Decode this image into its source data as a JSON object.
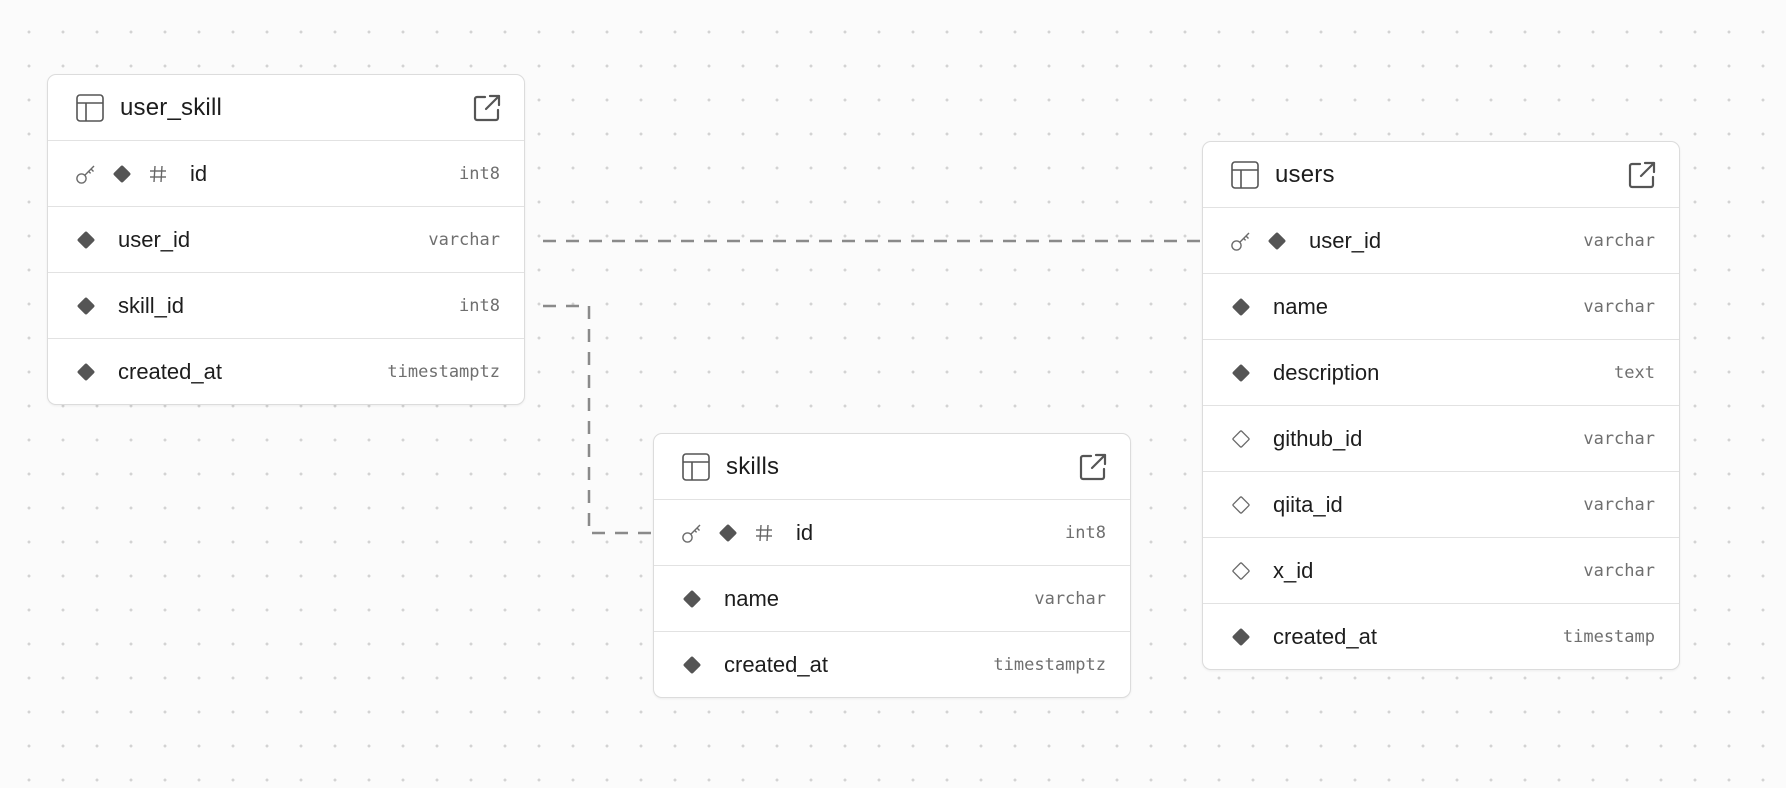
{
  "tables": [
    {
      "key": "user_skill",
      "title": "user_skill",
      "columns": [
        {
          "name": "id",
          "type": "int8",
          "primary_key": true,
          "not_null": true,
          "identity": true
        },
        {
          "name": "user_id",
          "type": "varchar",
          "primary_key": false,
          "not_null": true,
          "identity": false
        },
        {
          "name": "skill_id",
          "type": "int8",
          "primary_key": false,
          "not_null": true,
          "identity": false
        },
        {
          "name": "created_at",
          "type": "timestamptz",
          "primary_key": false,
          "not_null": true,
          "identity": false
        }
      ]
    },
    {
      "key": "skills",
      "title": "skills",
      "columns": [
        {
          "name": "id",
          "type": "int8",
          "primary_key": true,
          "not_null": true,
          "identity": true
        },
        {
          "name": "name",
          "type": "varchar",
          "primary_key": false,
          "not_null": true,
          "identity": false
        },
        {
          "name": "created_at",
          "type": "timestamptz",
          "primary_key": false,
          "not_null": true,
          "identity": false
        }
      ]
    },
    {
      "key": "users",
      "title": "users",
      "columns": [
        {
          "name": "user_id",
          "type": "varchar",
          "primary_key": true,
          "not_null": true,
          "identity": false
        },
        {
          "name": "name",
          "type": "varchar",
          "primary_key": false,
          "not_null": true,
          "identity": false
        },
        {
          "name": "description",
          "type": "text",
          "primary_key": false,
          "not_null": true,
          "identity": false
        },
        {
          "name": "github_id",
          "type": "varchar",
          "primary_key": false,
          "not_null": false,
          "identity": false
        },
        {
          "name": "qiita_id",
          "type": "varchar",
          "primary_key": false,
          "not_null": false,
          "identity": false
        },
        {
          "name": "x_id",
          "type": "varchar",
          "primary_key": false,
          "not_null": false,
          "identity": false
        },
        {
          "name": "created_at",
          "type": "timestamp",
          "primary_key": false,
          "not_null": true,
          "identity": false
        }
      ]
    }
  ],
  "relationships": [
    {
      "from_table": "user_skill",
      "from_column": "user_id",
      "to_table": "users",
      "to_column": "user_id"
    },
    {
      "from_table": "user_skill",
      "from_column": "skill_id",
      "to_table": "skills",
      "to_column": "id"
    }
  ],
  "colors": {
    "canvas_background": "#fbfbfb",
    "grid_dot": "#d3d3d3",
    "card_background": "#ffffff",
    "card_border": "#dcdcdc",
    "text_primary": "#1d1d1d",
    "text_type": "#6f6f6f",
    "icon": "#555555",
    "relation_line": "#8a8a8a"
  },
  "icons": {
    "table": "table-grid-icon",
    "open": "external-link-icon",
    "primary_key": "key-icon",
    "not_null": "filled-diamond-icon",
    "nullable": "outline-diamond-icon",
    "identity": "hash-icon"
  }
}
